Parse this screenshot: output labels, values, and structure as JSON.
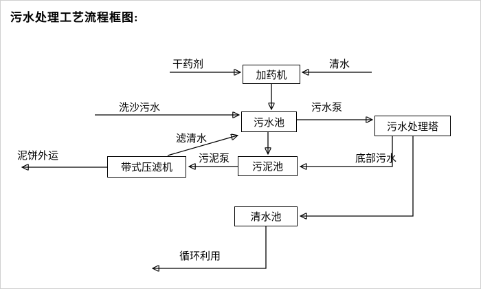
{
  "title": "污水处理工艺流程框图:",
  "nodes": {
    "dosing_machine": {
      "label": "加药机"
    },
    "sewage_pool": {
      "label": "污水池"
    },
    "treatment_tower": {
      "label": "污水处理塔"
    },
    "sludge_pool": {
      "label": "污泥池"
    },
    "belt_filter_press": {
      "label": "带式压滤机"
    },
    "clear_water_pool": {
      "label": "清水池"
    }
  },
  "edge_labels": {
    "dry_chemical": "干药剂",
    "clear_water": "清水",
    "sand_washing_sewage": "洗沙污水",
    "sewage_pump": "污水泵",
    "filtered_water": "滤清水",
    "sludge_pump": "污泥泵",
    "bottom_sewage": "底部污水",
    "mud_cake_out": "泥饼外运",
    "recycling": "循环利用"
  },
  "colors": {
    "line": "#000000",
    "background": "#ffffff"
  }
}
